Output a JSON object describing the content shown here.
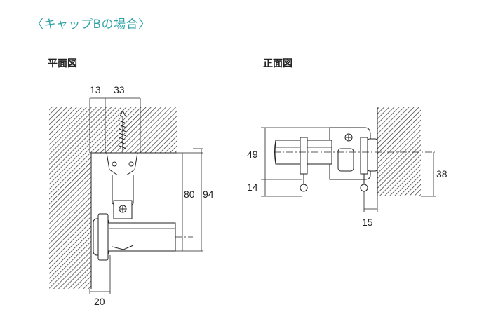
{
  "heading": "〈キャップBの場合〉",
  "plan_view": {
    "title": "平面図",
    "dimensions": {
      "top_left": "13",
      "top_right": "33",
      "depth_inner": "80",
      "depth_outer": "94",
      "bottom": "20"
    }
  },
  "front_view": {
    "title": "正面図",
    "dimensions": {
      "upper": "49",
      "lower": "14",
      "right": "38",
      "bottom": "15"
    }
  },
  "colors": {
    "heading": "#2fa3a8",
    "lines": "#222222",
    "fill": "#ffffff"
  }
}
